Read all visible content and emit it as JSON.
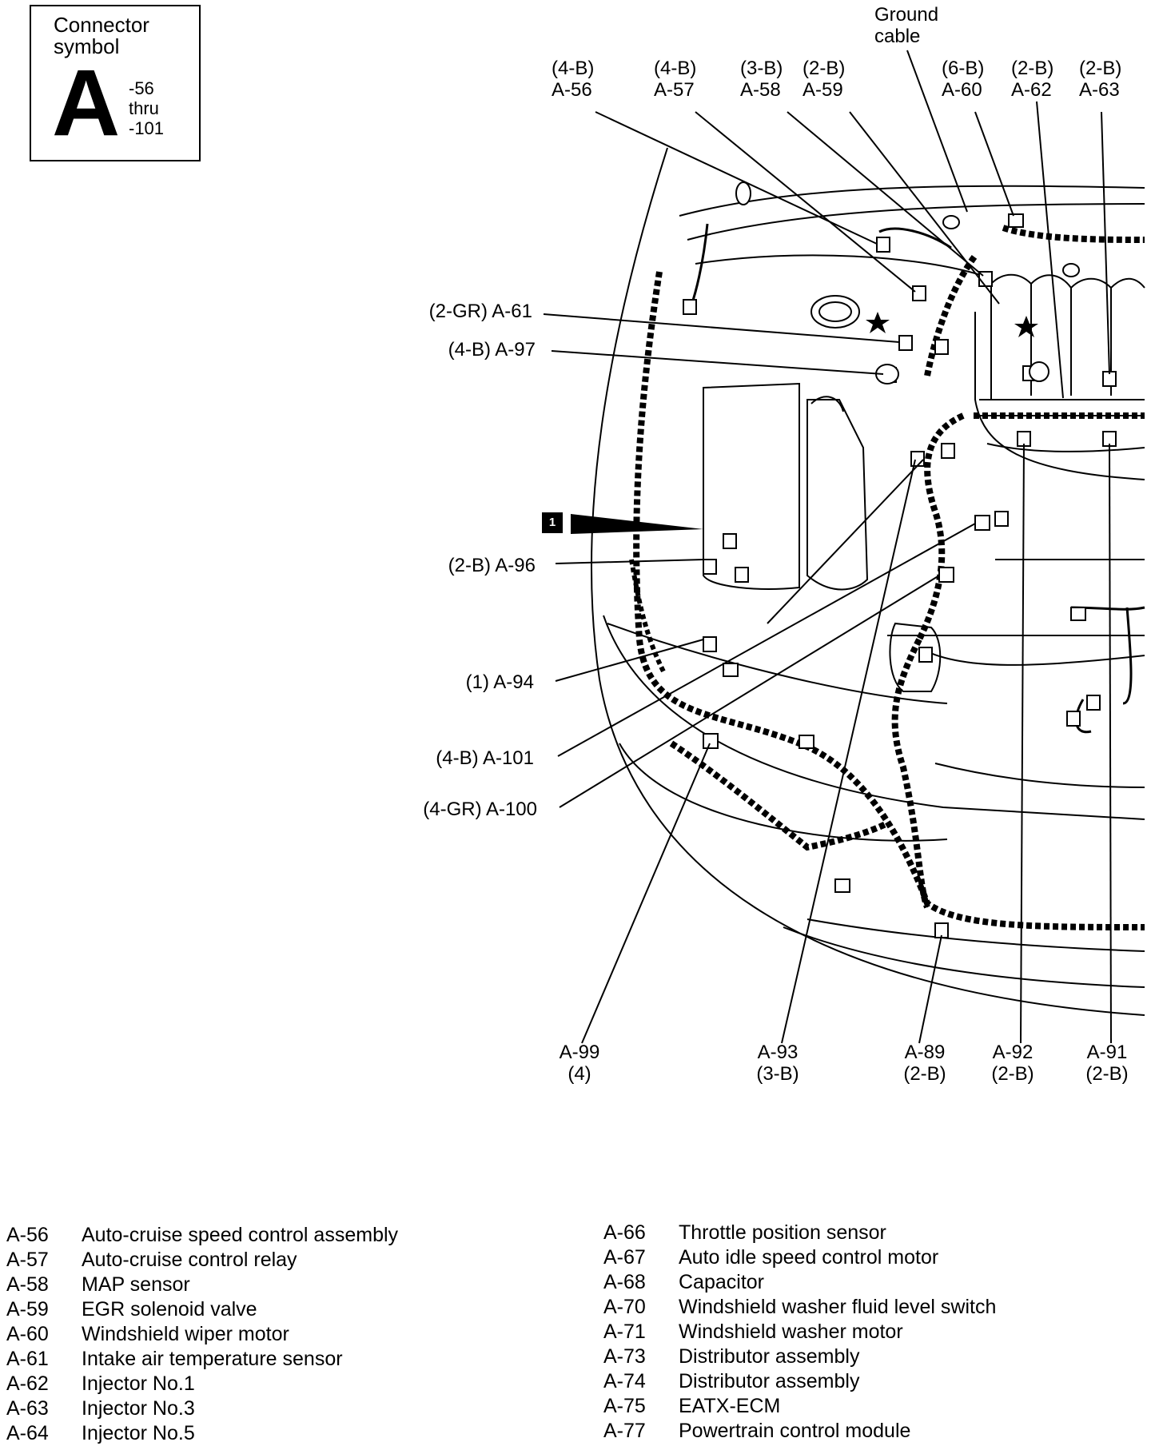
{
  "connector_symbol": {
    "title_line1": "Connector",
    "title_line2": "symbol",
    "letter": "A",
    "range_start": "-56",
    "range_mid": "thru",
    "range_end": "-101"
  },
  "ground_cable": {
    "line1": "Ground",
    "line2": "cable"
  },
  "top_labels": [
    {
      "spec": "(4-B)",
      "code": "A-56"
    },
    {
      "spec": "(4-B)",
      "code": "A-57"
    },
    {
      "spec": "(3-B)",
      "code": "A-58"
    },
    {
      "spec": "(2-B)",
      "code": "A-59"
    },
    {
      "spec": "(6-B)",
      "code": "A-60"
    },
    {
      "spec": "(2-B)",
      "code": "A-62"
    },
    {
      "spec": "(2-B)",
      "code": "A-63"
    }
  ],
  "side_labels": [
    {
      "text": "(2-GR) A-61"
    },
    {
      "text": "(4-B) A-97"
    },
    {
      "text": "(2-B) A-96"
    },
    {
      "text": "(1) A-94"
    },
    {
      "text": "(4-B) A-101"
    },
    {
      "text": "(4-GR) A-100"
    }
  ],
  "callout_badge": "1",
  "bottom_labels": [
    {
      "code": "A-99",
      "spec": "(4)"
    },
    {
      "code": "A-93",
      "spec": "(3-B)"
    },
    {
      "code": "A-89",
      "spec": "(2-B)"
    },
    {
      "code": "A-92",
      "spec": "(2-B)"
    },
    {
      "code": "A-91",
      "spec": "(2-B)"
    }
  ],
  "legend_left": [
    {
      "code": "A-56",
      "desc": "Auto-cruise speed control assembly"
    },
    {
      "code": "A-57",
      "desc": "Auto-cruise control relay"
    },
    {
      "code": "A-58",
      "desc": "MAP sensor"
    },
    {
      "code": "A-59",
      "desc": "EGR solenoid valve"
    },
    {
      "code": "A-60",
      "desc": "Windshield wiper motor"
    },
    {
      "code": "A-61",
      "desc": "Intake air temperature sensor"
    },
    {
      "code": "A-62",
      "desc": "Injector No.1"
    },
    {
      "code": "A-63",
      "desc": "Injector No.3"
    },
    {
      "code": "A-64",
      "desc": "Injector No.5"
    }
  ],
  "legend_right": [
    {
      "code": "A-66",
      "desc": "Throttle position sensor"
    },
    {
      "code": "A-67",
      "desc": "Auto idle speed control motor"
    },
    {
      "code": "A-68",
      "desc": "Capacitor"
    },
    {
      "code": "A-70",
      "desc": "Windshield washer fluid level switch"
    },
    {
      "code": "A-71",
      "desc": "Windshield washer motor"
    },
    {
      "code": "A-73",
      "desc": "Distributor assembly"
    },
    {
      "code": "A-74",
      "desc": "Distributor assembly"
    },
    {
      "code": "A-75",
      "desc": "EATX-ECM"
    },
    {
      "code": "A-77",
      "desc": "Powertrain control module"
    }
  ]
}
